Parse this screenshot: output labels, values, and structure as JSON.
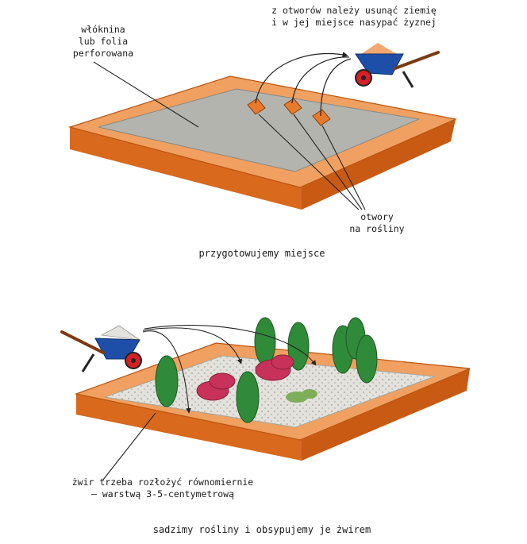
{
  "scene1": {
    "label_fabric_line1": "włóknina",
    "label_fabric_line2": "lub folia",
    "label_fabric_line3": "perforowana",
    "label_soil_line1": "z otworów należy usunąć ziemię",
    "label_soil_line2": "i w jej miejsce nasypać żyznej",
    "label_holes_line1": "otwory",
    "label_holes_line2": "na rośliny",
    "caption": "przygotowujemy miejsce"
  },
  "scene2": {
    "label_gravel_line1": "żwir trzeba rozłożyć równomiernie",
    "label_gravel_line2": "– warstwą 3-5-centymetrową",
    "caption": "sadzimy rośliny i obsypujemy je żwirem"
  },
  "colors": {
    "soil_light": "#f0a060",
    "soil_mid": "#e87b2a",
    "soil_dark": "#c85a14",
    "fabric": "#b4b4ae",
    "gravel": "#e4e2dc",
    "conifer": "#2f8a3a",
    "flower": "#c8325a",
    "wheelbarrow": "#1e4fa8",
    "wheel": "#d41f26"
  }
}
